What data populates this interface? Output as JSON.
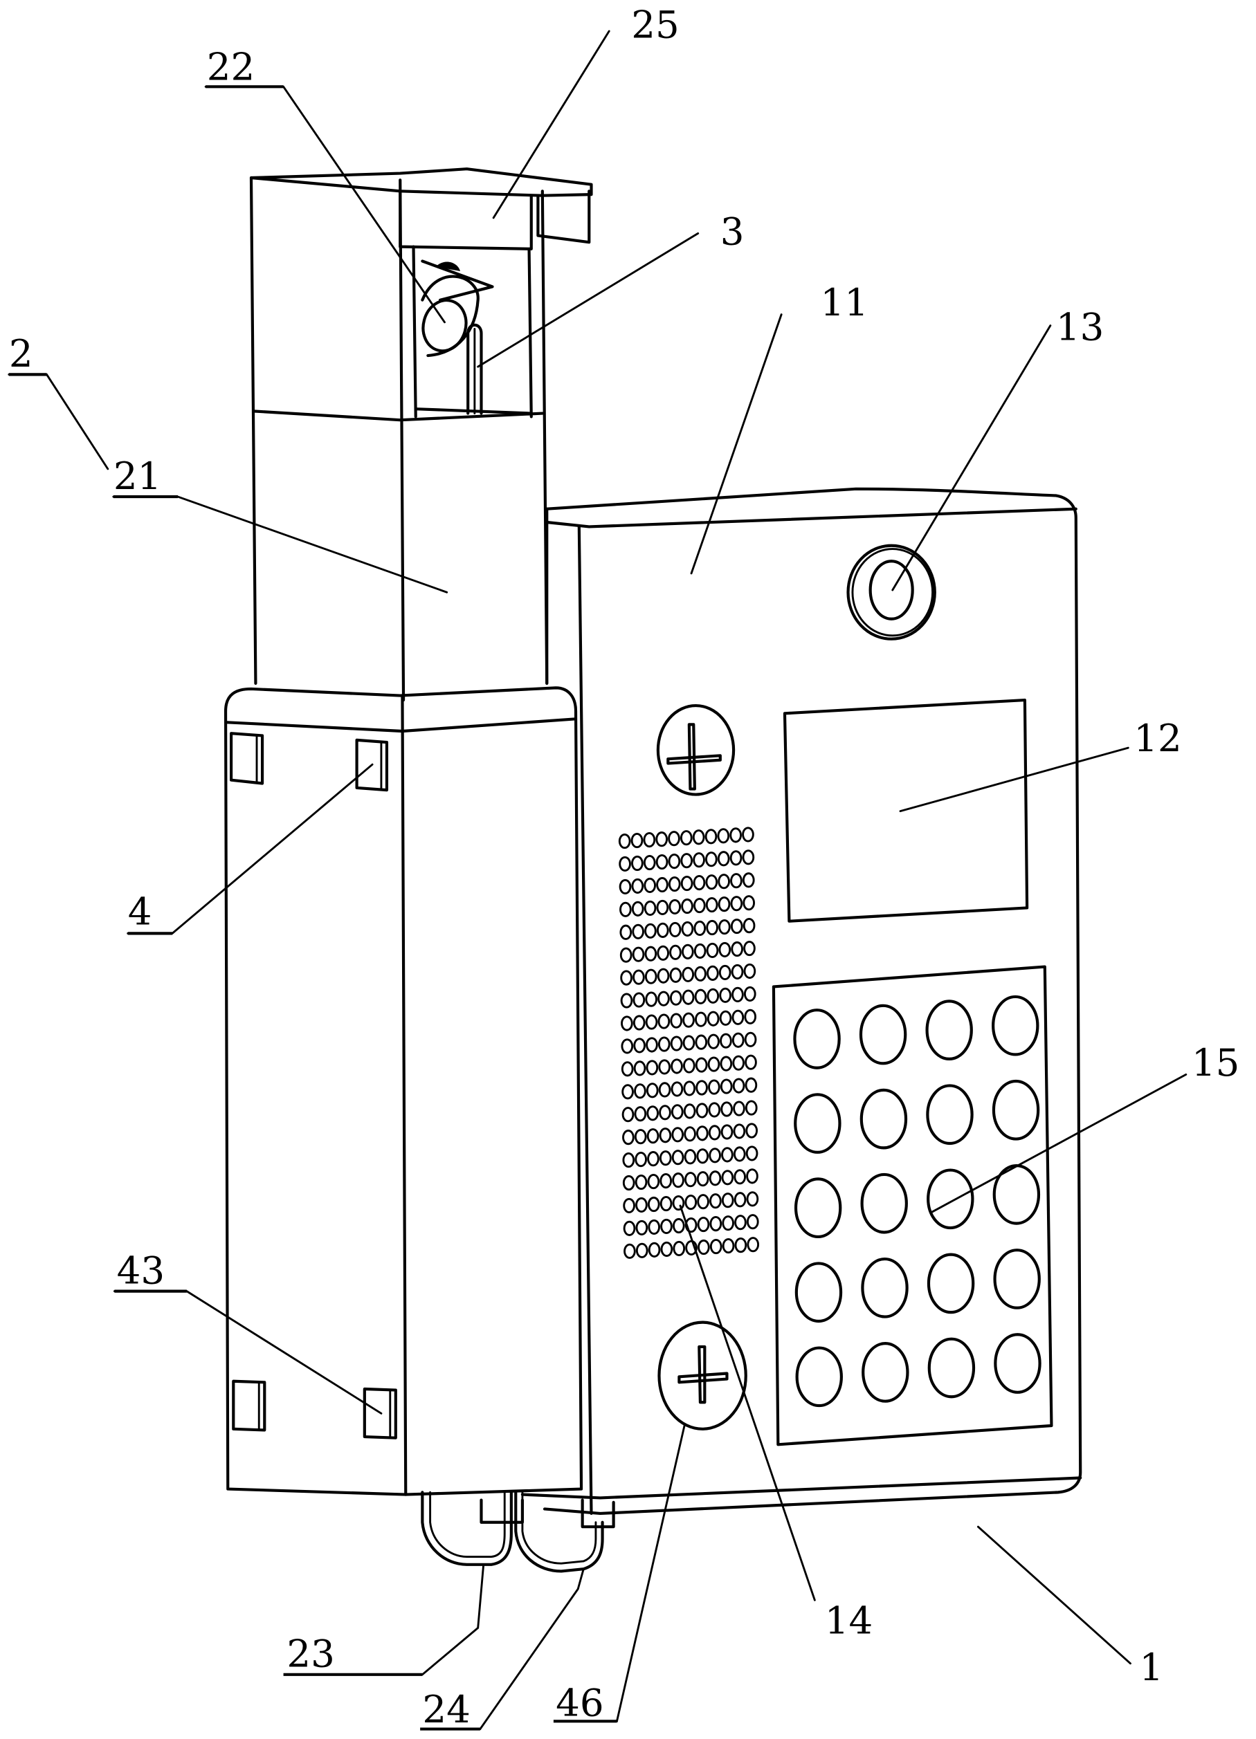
{
  "figure": {
    "type": "patent-style line drawing",
    "subject": "wall-mounted device with main housing, keypad, display and side-mounted column unit",
    "stroke_color": "#000000",
    "background_color": "#ffffff"
  },
  "labels": {
    "l1": {
      "text": "1",
      "refers_to": "main housing",
      "underlined": false
    },
    "l2": {
      "text": "2",
      "refers_to": "side column assembly",
      "underlined": true
    },
    "l3": {
      "text": "3",
      "refers_to": "vertical rod",
      "underlined": false
    },
    "l4": {
      "text": "4",
      "refers_to": "upper clip block",
      "underlined": true
    },
    "l11": {
      "text": "11",
      "refers_to": "front panel",
      "underlined": false
    },
    "l12": {
      "text": "12",
      "refers_to": "display screen",
      "underlined": false
    },
    "l13": {
      "text": "13",
      "refers_to": "camera lens",
      "underlined": false
    },
    "l14": {
      "text": "14",
      "refers_to": "speaker grille",
      "underlined": false
    },
    "l15": {
      "text": "15",
      "refers_to": "keypad button",
      "underlined": false
    },
    "l21": {
      "text": "21",
      "refers_to": "column body",
      "underlined": true
    },
    "l22": {
      "text": "22",
      "refers_to": "round nozzle",
      "underlined": true
    },
    "l23": {
      "text": "23",
      "refers_to": "left hook loop",
      "underlined": true
    },
    "l24": {
      "text": "24",
      "refers_to": "right hook loop",
      "underlined": true
    },
    "l25": {
      "text": "25",
      "refers_to": "top cover",
      "underlined": false
    },
    "l43": {
      "text": "43",
      "refers_to": "lower clip block",
      "underlined": true
    },
    "l46": {
      "text": "46",
      "refers_to": "screw",
      "underlined": true
    }
  },
  "keypad": {
    "rows": 5,
    "cols": 4
  },
  "grille": {
    "rows": 19,
    "cols": 11
  },
  "screws": [
    {
      "icon": "screw-phillips-icon",
      "position": "upper"
    },
    {
      "icon": "screw-phillips-icon",
      "position": "lower"
    }
  ]
}
